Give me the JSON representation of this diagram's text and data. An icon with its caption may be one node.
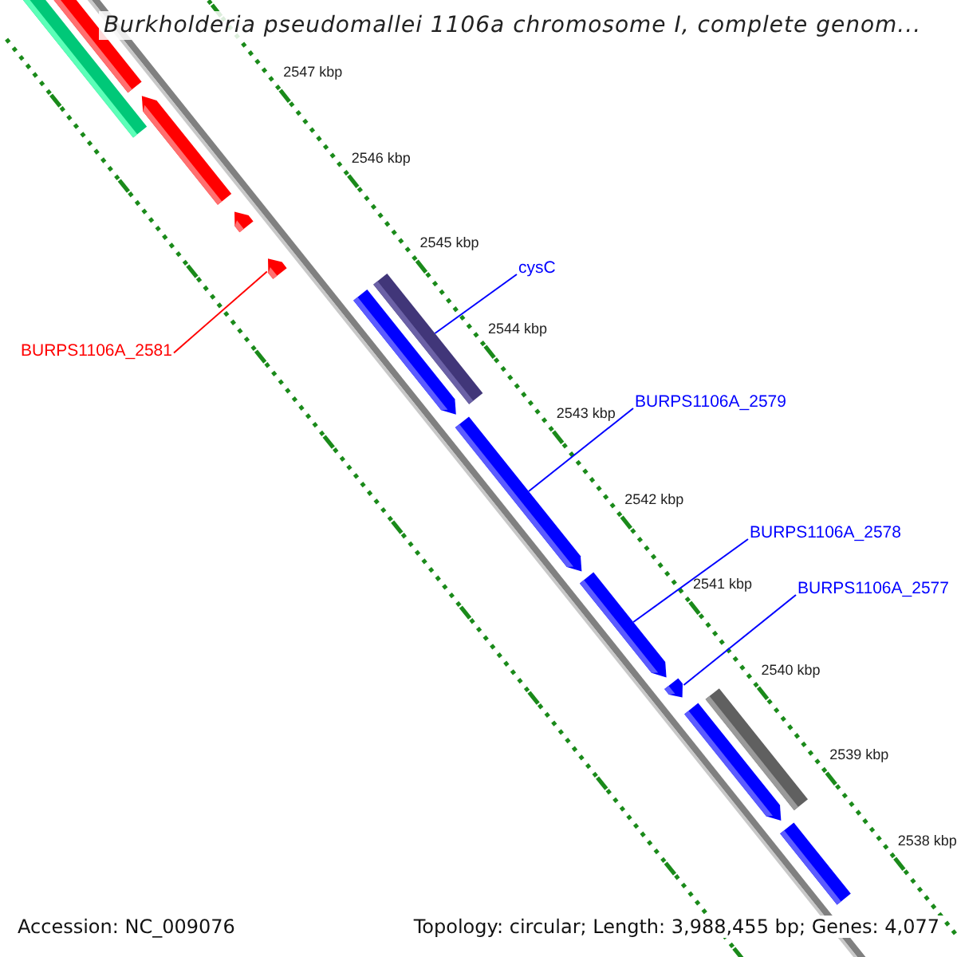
{
  "diagram": {
    "title": "Burkholderia pseudomallei 1106a chromosome I, complete genom...",
    "nodes": [
      {
        "text": [
          "BURPS1106A_2581"
        ]
      },
      {
        "text": [
          "cysC"
        ]
      },
      {
        "text": [
          "BURPS1106A_2579"
        ]
      },
      {
        "text": [
          "BURPS1106A_2578"
        ]
      },
      {
        "text": [
          "BURPS1106A_2577"
        ]
      },
      {
        "text": [],
        "shape": "bar"
      },
      {
        "text": [],
        "shape": "bar"
      },
      {
        "text": [],
        "shape": "arrow"
      },
      {
        "text": [],
        "shape": "arrow"
      },
      {
        "text": [],
        "shape": "arrow"
      },
      {
        "text": [],
        "shape": "arrow"
      },
      {
        "text": [],
        "shape": "bar"
      },
      {
        "text": [],
        "shape": "arrow"
      },
      {
        "text": [],
        "shape": "arrow"
      },
      {
        "text": [],
        "shape": "arrow"
      },
      {
        "text": [],
        "shape": "bar"
      },
      {
        "text": [],
        "shape": "arrow"
      },
      {
        "text": [],
        "shape": "bar"
      }
    ],
    "edges": [
      {
        "from": 0,
        "to": 9,
        "arrow": "none",
        "color": "#ff0000"
      },
      {
        "from": 1,
        "to": 11,
        "arrow": "none"
      },
      {
        "from": 2,
        "to": 12,
        "arrow": "none"
      },
      {
        "from": 3,
        "to": 13,
        "arrow": "none"
      },
      {
        "from": 4,
        "to": 14,
        "arrow": "none"
      }
    ],
    "labels": [
      "2547 kbp",
      "2546 kbp",
      "2545 kbp",
      "2544 kbp",
      "2543 kbp",
      "2542 kbp",
      "2541 kbp",
      "2540 kbp",
      "2539 kbp",
      "2538 kbp",
      "Accession: NC_009076",
      "Topology: circular; Length: 3,988,455 bp; Genes: 4,077"
    ]
  }
}
